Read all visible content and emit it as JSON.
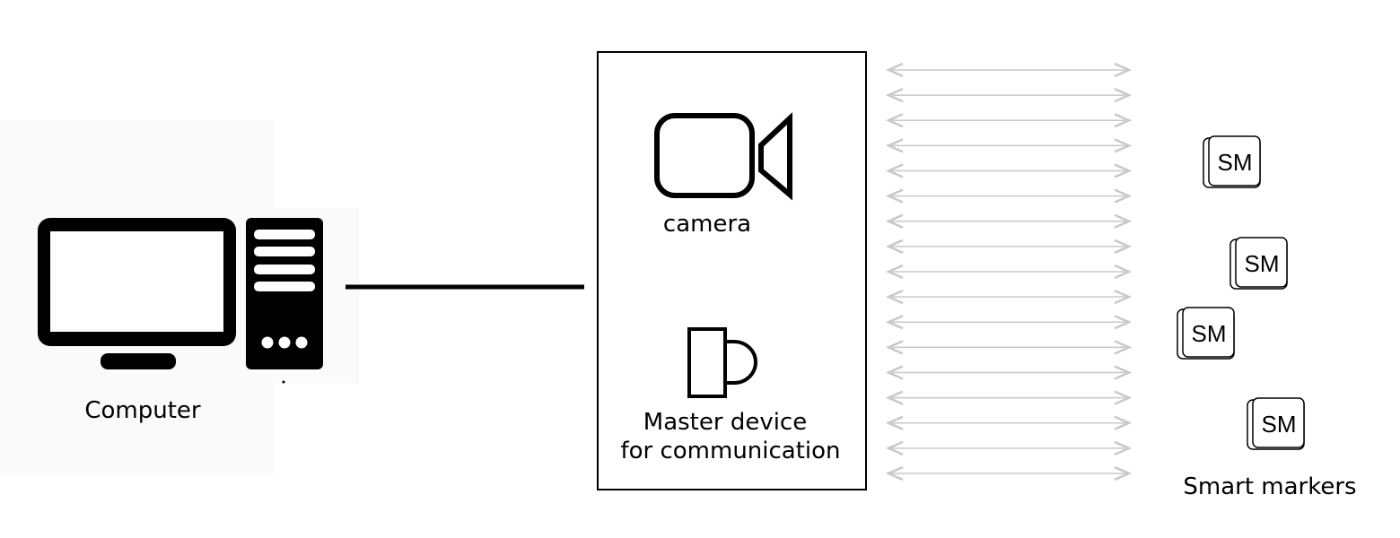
{
  "computer": {
    "label": "Computer"
  },
  "master_box": {
    "camera_label": "camera",
    "device_label_line1": "Master device",
    "device_label_line2": "for communication"
  },
  "smart_markers": {
    "label": "Smart markers",
    "items": [
      {
        "text": "SM"
      },
      {
        "text": "SM"
      },
      {
        "text": "SM"
      },
      {
        "text": "SM"
      }
    ]
  },
  "links": {
    "wireless_channel_count": 17,
    "arrow_color": "#c8c8c8"
  },
  "icons": {
    "computer": "desktop-computer-icon",
    "camera": "video-camera-icon",
    "master_device": "transmitter-icon",
    "smart_marker": "smart-marker-icon"
  },
  "colors": {
    "ink": "#000000",
    "background": "#ffffff",
    "arrow": "#c8c8c8"
  }
}
